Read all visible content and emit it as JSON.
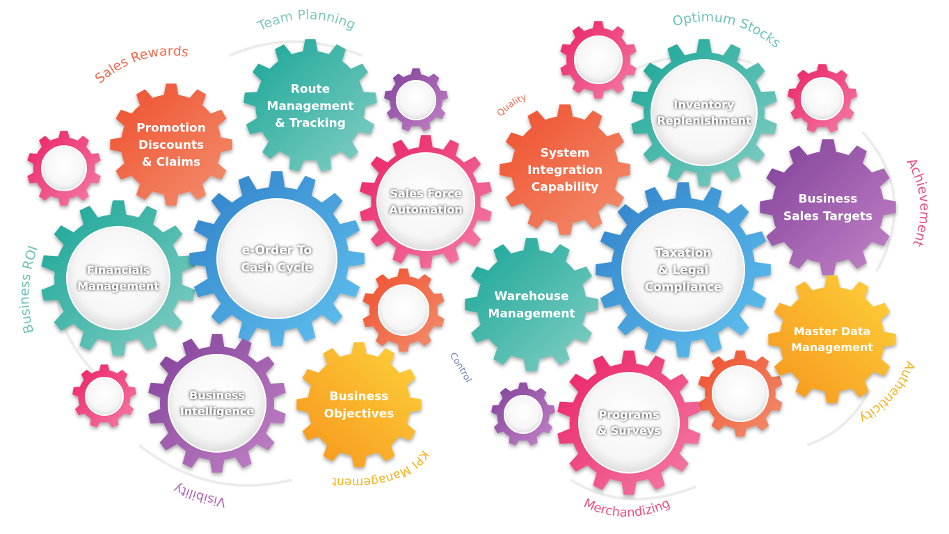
{
  "gears": [
    {
      "id": "promotion-discounts-claims",
      "lines": [
        "Promotion",
        "Discounts",
        "& Claims"
      ],
      "color": "orange",
      "kind": "solid"
    },
    {
      "id": "route-management-tracking",
      "lines": [
        "Route",
        "Management",
        "& Tracking"
      ],
      "color": "teal",
      "kind": "solid"
    },
    {
      "id": "sales-force-automation",
      "lines": [
        "Sales Force",
        "Automation"
      ],
      "color": "pink",
      "kind": "ring"
    },
    {
      "id": "financials-management",
      "lines": [
        "Financials",
        "Management"
      ],
      "color": "teal",
      "kind": "ring"
    },
    {
      "id": "e-order-to-cash-cycle",
      "lines": [
        "e-Order To",
        "Cash Cycle"
      ],
      "color": "blue",
      "kind": "ring"
    },
    {
      "id": "business-intelligence",
      "lines": [
        "Business",
        "Intelligence"
      ],
      "color": "purple",
      "kind": "ring"
    },
    {
      "id": "business-objectives",
      "lines": [
        "Business",
        "Objectives"
      ],
      "color": "yellow",
      "kind": "solid"
    },
    {
      "id": "system-integration-capability",
      "lines": [
        "System",
        "Integration",
        "Capability"
      ],
      "color": "orange",
      "kind": "solid"
    },
    {
      "id": "inventory-replenishment",
      "lines": [
        "Inventory",
        "Replenishment"
      ],
      "color": "teal",
      "kind": "ring"
    },
    {
      "id": "business-sales-targets",
      "lines": [
        "Business",
        "Sales Targets"
      ],
      "color": "purple",
      "kind": "solid"
    },
    {
      "id": "warehouse-management",
      "lines": [
        "Warehouse",
        "Management"
      ],
      "color": "teal",
      "kind": "solid"
    },
    {
      "id": "taxation-legal-compliance",
      "lines": [
        "Taxation",
        "& Legal",
        "Compliance"
      ],
      "color": "blue",
      "kind": "ring"
    },
    {
      "id": "master-data-management",
      "lines": [
        "Master Data",
        "Management"
      ],
      "color": "yellow",
      "kind": "solid"
    },
    {
      "id": "programs-surveys",
      "lines": [
        "Programs",
        "& Surveys"
      ],
      "color": "pink",
      "kind": "ring"
    }
  ],
  "small_gears": [
    {
      "id": "small-ring-left",
      "color": "pink"
    },
    {
      "id": "small-ring-top",
      "color": "purple"
    },
    {
      "id": "small-ring-center",
      "color": "orange"
    },
    {
      "id": "small-ring-bottom-left",
      "color": "pink"
    },
    {
      "id": "small-ring-top-right-a",
      "color": "pink"
    },
    {
      "id": "small-ring-top-right-b",
      "color": "pink"
    },
    {
      "id": "small-ring-bottom-center",
      "color": "purple"
    },
    {
      "id": "small-ring-bottom-right",
      "color": "orange"
    }
  ],
  "labels": [
    {
      "id": "sales-rewards",
      "text": "Sales Rewards",
      "color": "#f26a4b"
    },
    {
      "id": "team-planning",
      "text": "Team Planning",
      "color": "#7cc9be"
    },
    {
      "id": "business-roi",
      "text": "Business ROI",
      "color": "#6cc3b8"
    },
    {
      "id": "visibility",
      "text": "Visibility",
      "color": "#b260b8"
    },
    {
      "id": "kpi-management",
      "text": "KPI Management",
      "color": "#f5b21e"
    },
    {
      "id": "quality",
      "text": "Quality",
      "color": "#f26a4b"
    },
    {
      "id": "optimum-stocks",
      "text": "Optimum Stocks",
      "color": "#6cc3b8"
    },
    {
      "id": "achievement",
      "text": "Achievement",
      "color": "#ec4f83"
    },
    {
      "id": "control",
      "text": "Control",
      "color": "#6d7fb8"
    },
    {
      "id": "authenticity",
      "text": "Authenticity",
      "color": "#f5b21e"
    },
    {
      "id": "merchandizing",
      "text": "Merchandizing",
      "color": "#ec4f83"
    }
  ],
  "palette": {
    "orange": [
      "#f04e2c",
      "#f28a66"
    ],
    "teal": [
      "#16a596",
      "#7fcbc1"
    ],
    "pink": [
      "#ea1e63",
      "#f47aa5"
    ],
    "blue": [
      "#2f7fc8",
      "#5fc0ee"
    ],
    "purple": [
      "#7f3f98",
      "#c27dc5"
    ],
    "yellow": [
      "#f7941d",
      "#fdd23a"
    ]
  }
}
